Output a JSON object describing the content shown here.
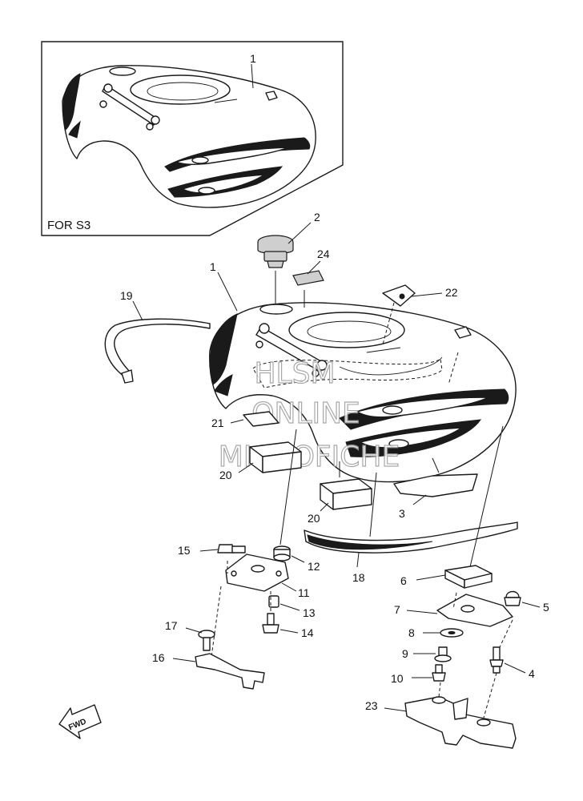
{
  "inset": {
    "label": "FOR S3",
    "callout": "1"
  },
  "callouts": {
    "c1": "1",
    "c2": "2",
    "c3": "3",
    "c4": "4",
    "c5": "5",
    "c6": "6",
    "c7": "7",
    "c8": "8",
    "c9": "9",
    "c10": "10",
    "c11": "11",
    "c12": "12",
    "c13": "13",
    "c14": "14",
    "c15": "15",
    "c16": "16",
    "c17": "17",
    "c18": "18",
    "c19": "19",
    "c20a": "20",
    "c20b": "20",
    "c21": "21",
    "c22": "22",
    "c23": "23",
    "c24": "24"
  },
  "direction_badge": "FWD",
  "watermark": {
    "line1": "HLSM",
    "line2": "ONLINE",
    "line3": "MICROFICHE"
  }
}
